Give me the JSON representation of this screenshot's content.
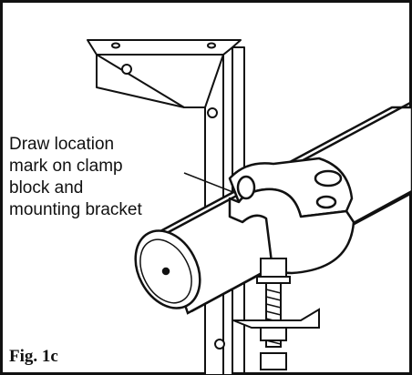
{
  "figure": {
    "caption": "Fig. 1c",
    "callout_lines": [
      "Draw location",
      "mark on clamp",
      "block and",
      "mounting bracket"
    ]
  }
}
